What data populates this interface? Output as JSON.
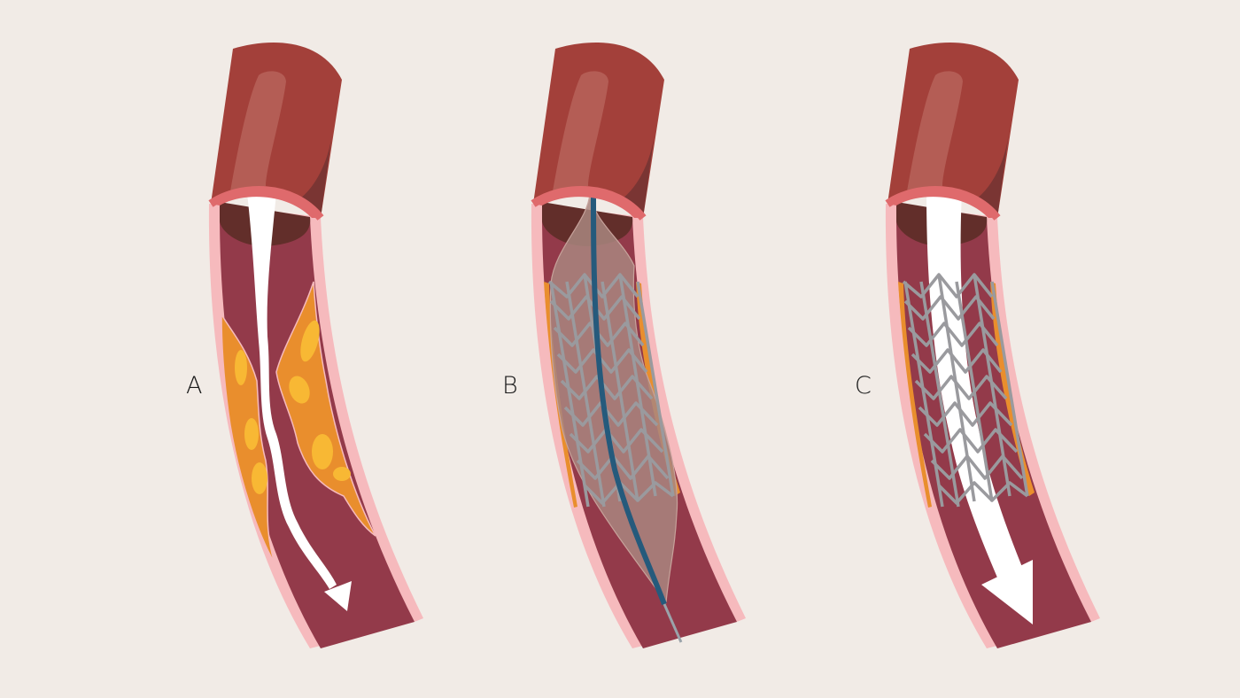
{
  "figure": {
    "type": "medical-illustration",
    "subject": "artery stenting procedure",
    "background_color": "#f1ebe6",
    "colors": {
      "vessel_outer": "#a3403a",
      "vessel_highlight": "#b45d55",
      "vessel_shadow": "#7a3533",
      "rim": "#df6a6c",
      "wall": "#f6babd",
      "lumen": "#933a4a",
      "lumen_inner_dark": "#622e2a",
      "plaque": "#e98e2d",
      "plaque_spots": "#f8b834",
      "stent": "#9a9a9e",
      "balloon": "#a9867f",
      "guidewire": "#255a7c",
      "wire_tip": "#9aa3aa",
      "flow_arrow": "#ffffff"
    }
  },
  "panels": [
    {
      "label": "A",
      "description": "Narrowed artery with plaque; restricted blood flow"
    },
    {
      "label": "B",
      "description": "Balloon catheter with guidewire expands stent against plaque"
    },
    {
      "label": "C",
      "description": "Stent in place; restored blood flow"
    }
  ]
}
